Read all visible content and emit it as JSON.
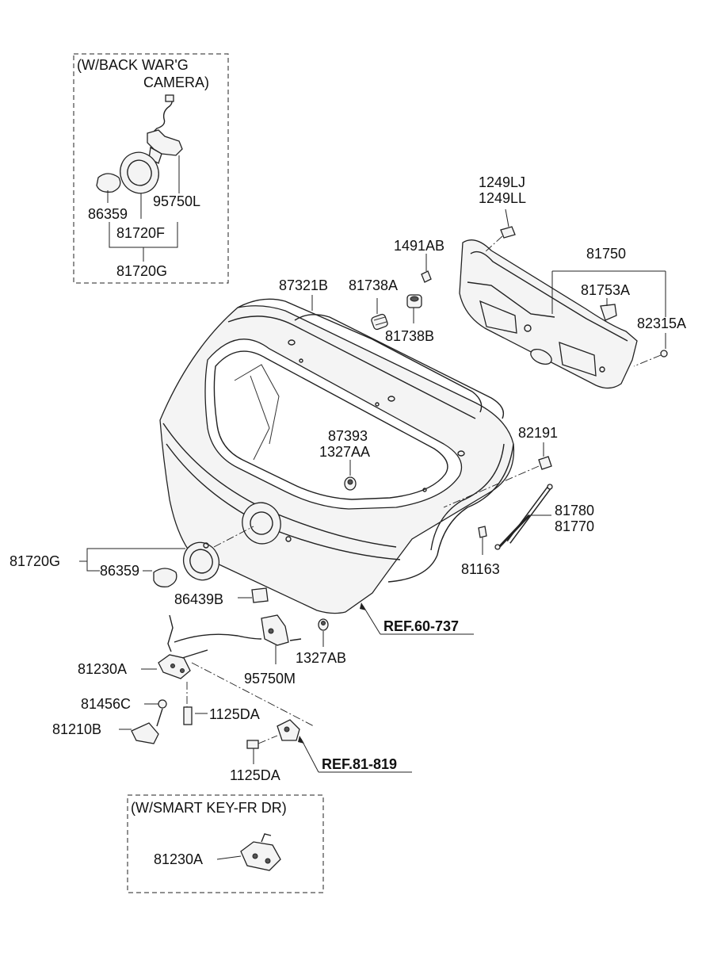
{
  "boxes": {
    "camera_title_1": "(W/BACK WAR'G",
    "camera_title_2": "CAMERA)",
    "smartkey_title": "(W/SMART KEY-FR DR)"
  },
  "labels": {
    "p95750L": "95750L",
    "p86359_box": "86359",
    "p81720F": "81720F",
    "p81720G_box": "81720G",
    "p1249LJ": "1249LJ",
    "p1249LL": "1249LL",
    "p1491AB": "1491AB",
    "p81750": "81750",
    "p87321B": "87321B",
    "p81738A": "81738A",
    "p81753A": "81753A",
    "p82315A": "82315A",
    "p81738B": "81738B",
    "p87393": "87393",
    "p1327AA": "1327AA",
    "p82191": "82191",
    "p81780": "81780",
    "p81770": "81770",
    "p81720G": "81720G",
    "p86359": "86359",
    "p81163": "81163",
    "p86439B": "86439B",
    "p1327AB": "1327AB",
    "p81230A": "81230A",
    "p95750M": "95750M",
    "p81456C": "81456C",
    "p1125DA_a": "1125DA",
    "p81210B": "81210B",
    "p1125DA_b": "1125DA",
    "p81230A_box": "81230A"
  },
  "refs": {
    "ref_60_737": "REF.60-737",
    "ref_81_819": "REF.81-819"
  }
}
